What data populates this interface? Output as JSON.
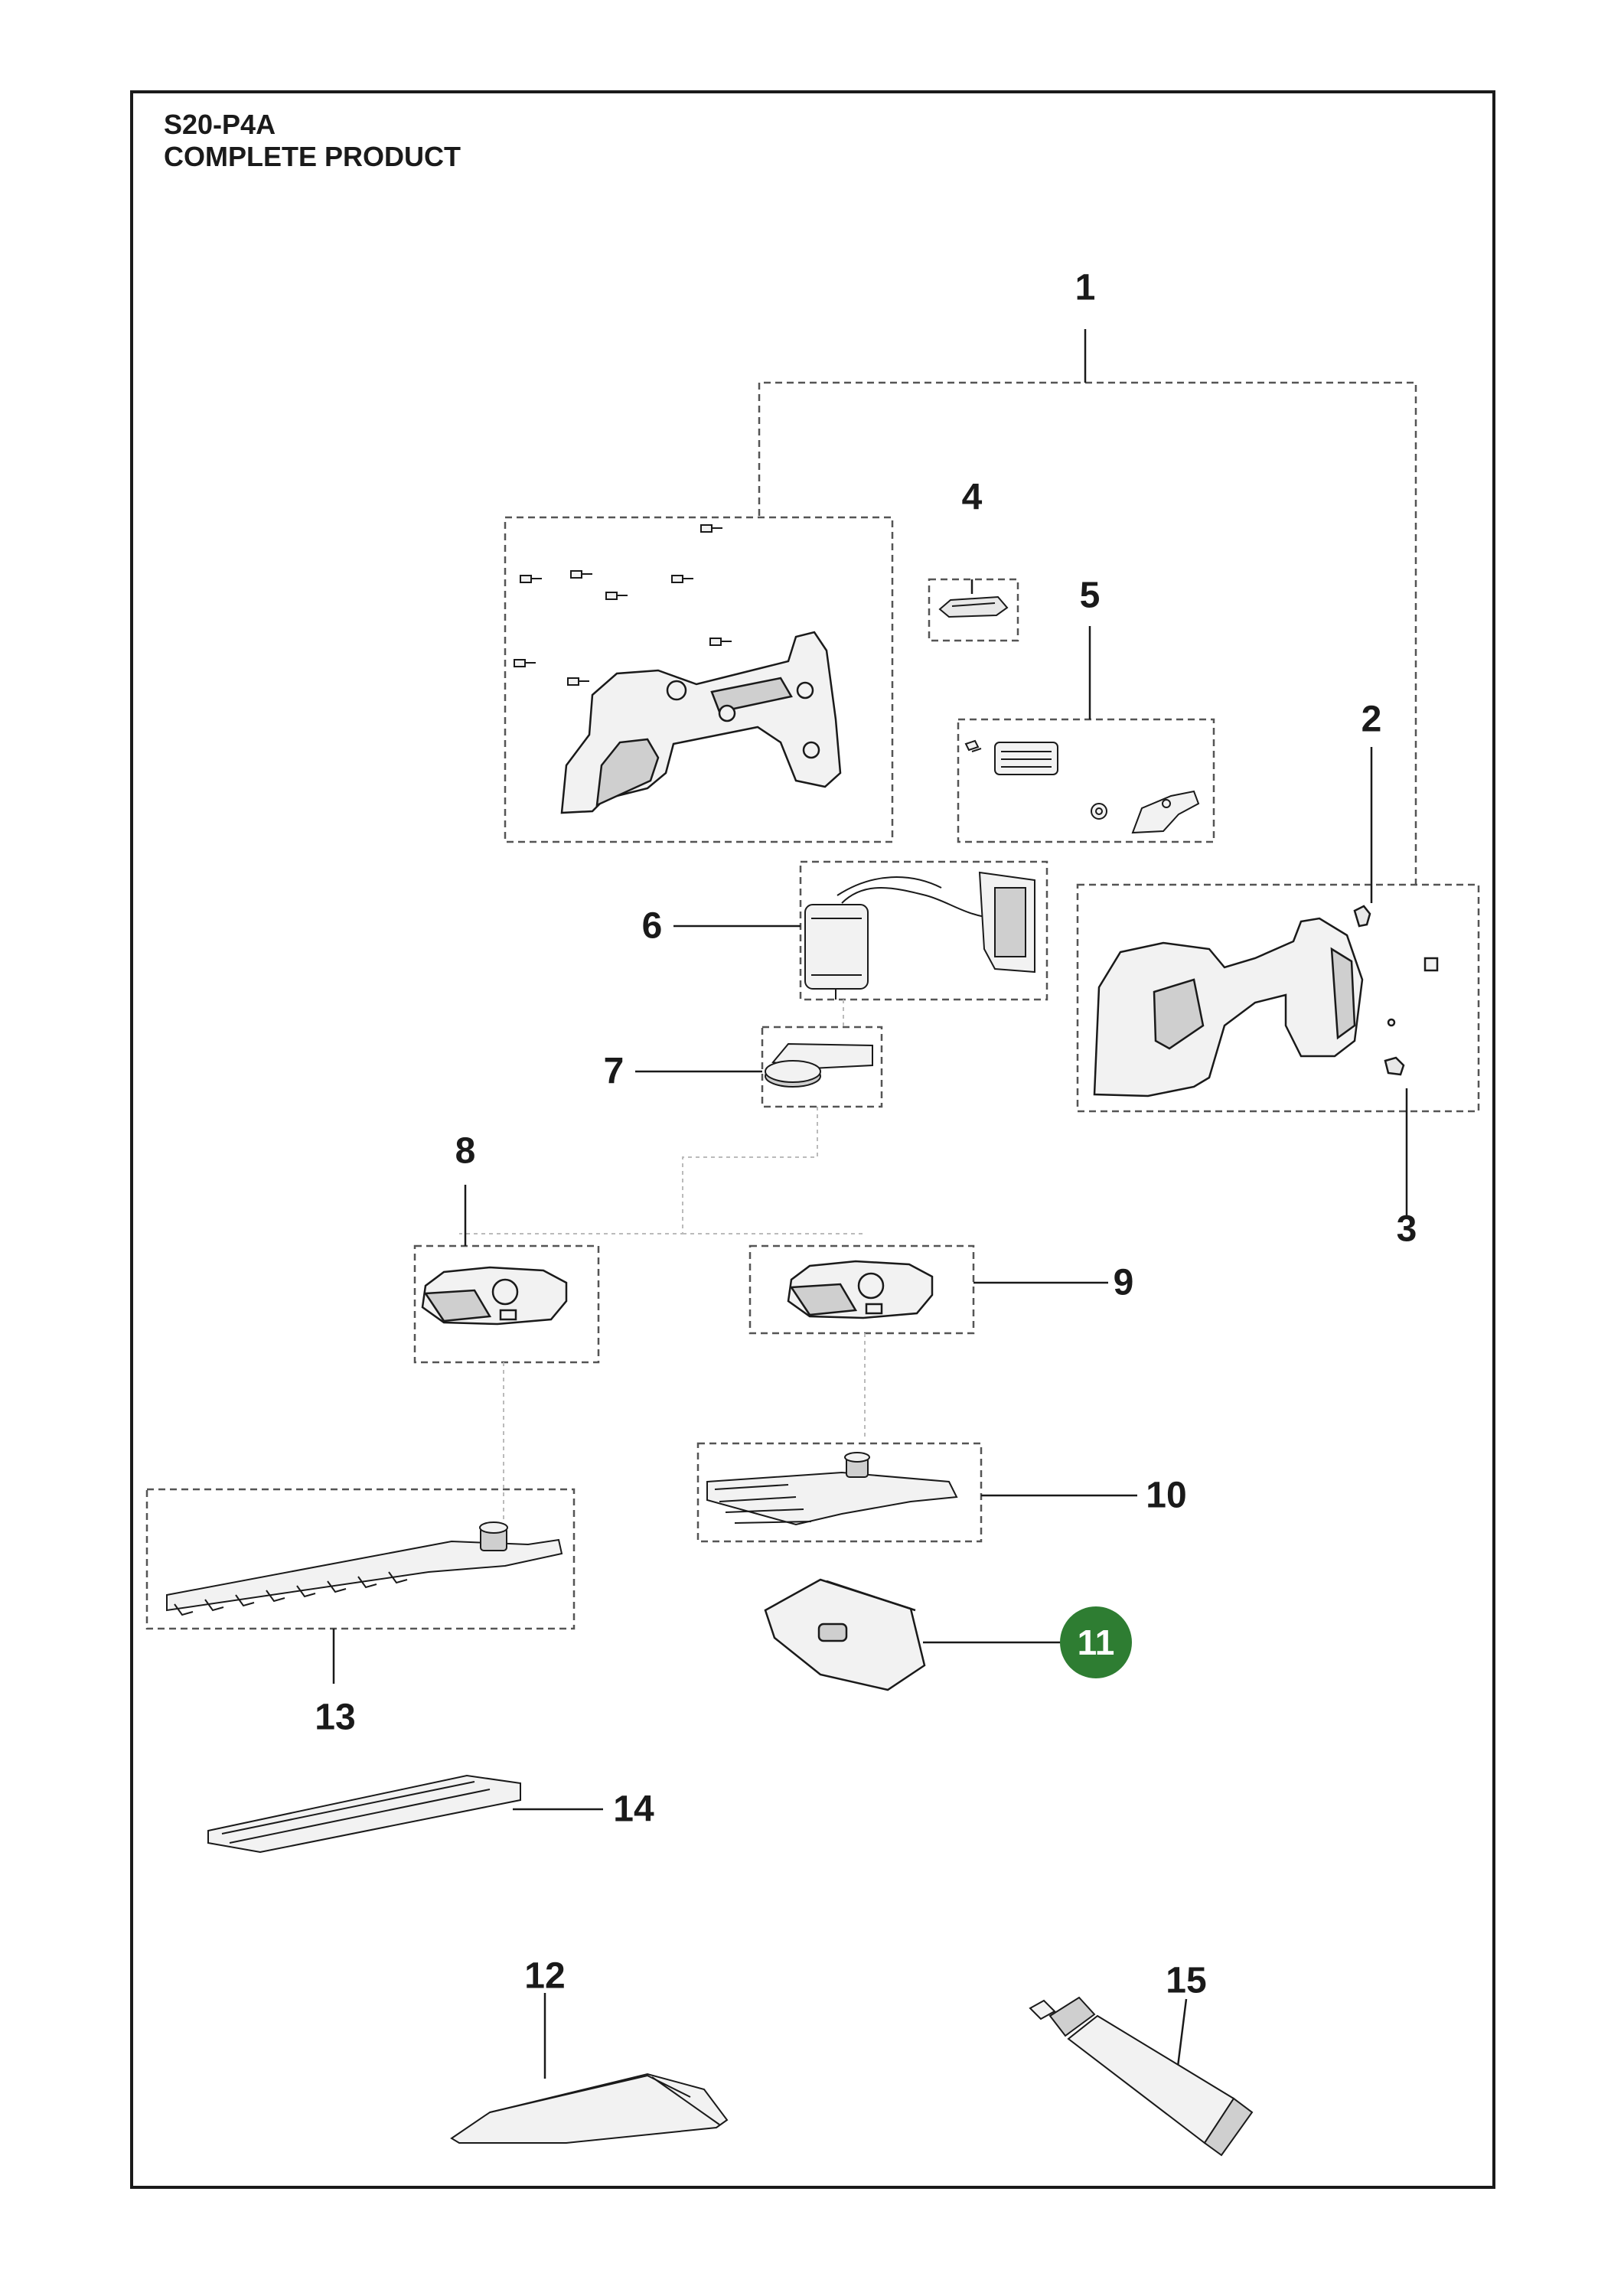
{
  "header": {
    "model": "S20-P4A",
    "subtitle": "COMPLETE PRODUCT"
  },
  "callouts": [
    {
      "id": "1",
      "label": "1"
    },
    {
      "id": "2",
      "label": "2"
    },
    {
      "id": "3",
      "label": "3"
    },
    {
      "id": "4",
      "label": "4"
    },
    {
      "id": "5",
      "label": "5"
    },
    {
      "id": "6",
      "label": "6"
    },
    {
      "id": "7",
      "label": "7"
    },
    {
      "id": "8",
      "label": "8"
    },
    {
      "id": "9",
      "label": "9"
    },
    {
      "id": "10",
      "label": "10"
    },
    {
      "id": "11",
      "label": "11",
      "highlighted": true
    },
    {
      "id": "12",
      "label": "12"
    },
    {
      "id": "13",
      "label": "13"
    },
    {
      "id": "14",
      "label": "14"
    },
    {
      "id": "15",
      "label": "15"
    }
  ],
  "colors": {
    "ink": "#1a1a1a",
    "dash": "#555555",
    "part_fill": "#f2f2f2",
    "part_shade": "#cfcfcf",
    "highlight_fill": "#2e7d32",
    "highlight_text": "#ffffff"
  }
}
